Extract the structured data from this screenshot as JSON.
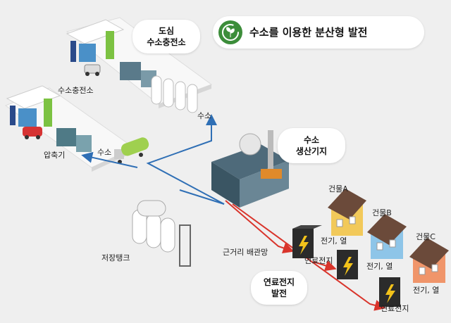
{
  "header": {
    "title": "수소를 이용한 분산형 발전",
    "logo_icon": "leaf-circle-icon",
    "accent": "#3c8d3a"
  },
  "labels": {
    "urban_station": [
      "도심",
      "수소충전소"
    ],
    "station": "수소충전소",
    "hydrogen_top": "수소",
    "hydrogen_left": "수소",
    "compressor": "압축기",
    "production": [
      "수소",
      "생산기지"
    ],
    "storage": "저장탱크",
    "pipeline": "근거리 배관망",
    "fuelcell_plant": [
      "연료전지",
      "발전"
    ],
    "building_a": "건물A",
    "building_b": "건물B",
    "building_c": "건물C",
    "elec_heat_a": "전기, 열",
    "elec_heat_b": "전기, 열",
    "elec_heat_c": "전기, 열",
    "fuelcell_1": "연료전지",
    "fuelcell_2": "연료전지"
  },
  "colors": {
    "hydrogen_line": "#2f6fb5",
    "power_line": "#d9342b",
    "ground": "#f7f7f7",
    "roof_green": "#7cc242"
  }
}
